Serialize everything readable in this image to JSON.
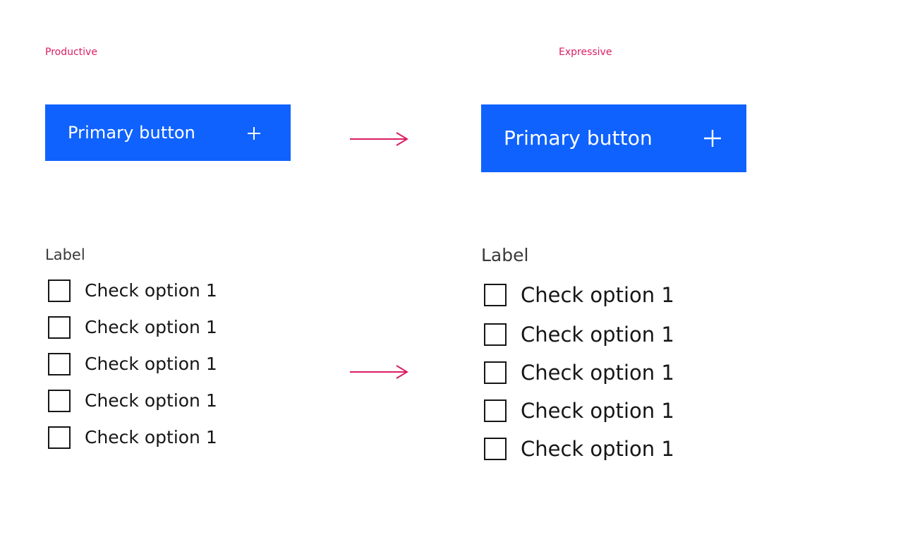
{
  "productive": {
    "annotation": "Productive",
    "button": {
      "label": "Primary button",
      "icon": "add-icon"
    },
    "checkbox_group": {
      "label": "Label",
      "options": [
        {
          "label": "Check option 1",
          "checked": false
        },
        {
          "label": "Check option 1",
          "checked": false
        },
        {
          "label": "Check option 1",
          "checked": false
        },
        {
          "label": "Check option 1",
          "checked": false
        },
        {
          "label": "Check option 1",
          "checked": false
        }
      ]
    }
  },
  "expressive": {
    "annotation": "Expressive",
    "button": {
      "label": "Primary button",
      "icon": "add-icon"
    },
    "checkbox_group": {
      "label": "Label",
      "options": [
        {
          "label": "Check option 1",
          "checked": false
        },
        {
          "label": "Check option 1",
          "checked": false
        },
        {
          "label": "Check option 1",
          "checked": false
        },
        {
          "label": "Check option 1",
          "checked": false
        },
        {
          "label": "Check option 1",
          "checked": false
        }
      ]
    }
  },
  "colors": {
    "annotation": "#da1e62",
    "button_primary": "#0f62fe",
    "button_text": "#ffffff",
    "text_primary": "#161616",
    "text_label": "#393939",
    "arrow": "#da1e62"
  },
  "icons": {
    "button_icon": "add-icon",
    "transition_arrow": "arrow-right-icon"
  }
}
